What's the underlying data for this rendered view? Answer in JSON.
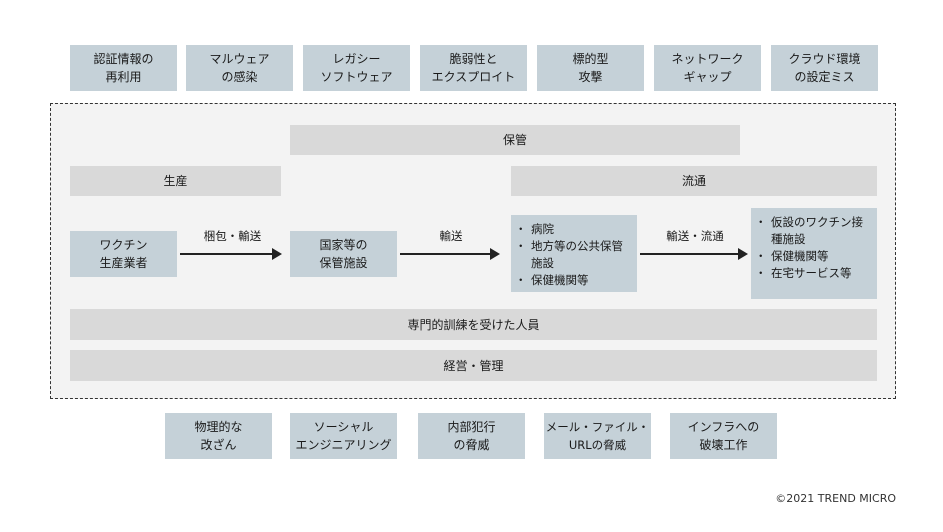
{
  "threats_top": [
    "認証情報の\n再利用",
    "マルウェア\nの感染",
    "レガシー\nソフトウェア",
    "脆弱性と\nエクスプロイト",
    "標的型\n攻撃",
    "ネットワーク\nギャップ",
    "クラウド環境\nの設定ミス"
  ],
  "threats_bottom": [
    "物理的な\n改ざん",
    "ソーシャル\nエンジニアリング",
    "内部犯行\nの脅威",
    "メール・ファイル・\nURLの脅威",
    "インフラへの\n破壊工作"
  ],
  "stages": {
    "storage": "保管",
    "production": "生産",
    "distribution": "流通"
  },
  "flow": {
    "manufacturer": "ワクチン\n生産業者",
    "national_storage": "国家等の\n保管施設",
    "public_storage_items": [
      "病院",
      "地方等の公共保管施設",
      "保健機関等"
    ],
    "endpoint_items": [
      "仮設のワクチン接種施設",
      "保健機関等",
      "在宅サービス等"
    ],
    "arrow1_label": "梱包・輸送",
    "arrow2_label": "輸送",
    "arrow3_label": "輸送・流通"
  },
  "bars": {
    "trained_personnel": "専門的訓練を受けた人員",
    "management": "経営・管理"
  },
  "copyright": "©2021 TREND MICRO",
  "colors": {
    "threat_box": "#c5d1d8",
    "stage_bar": "#d9d9d9",
    "frame_bg": "#f3f3f3"
  }
}
